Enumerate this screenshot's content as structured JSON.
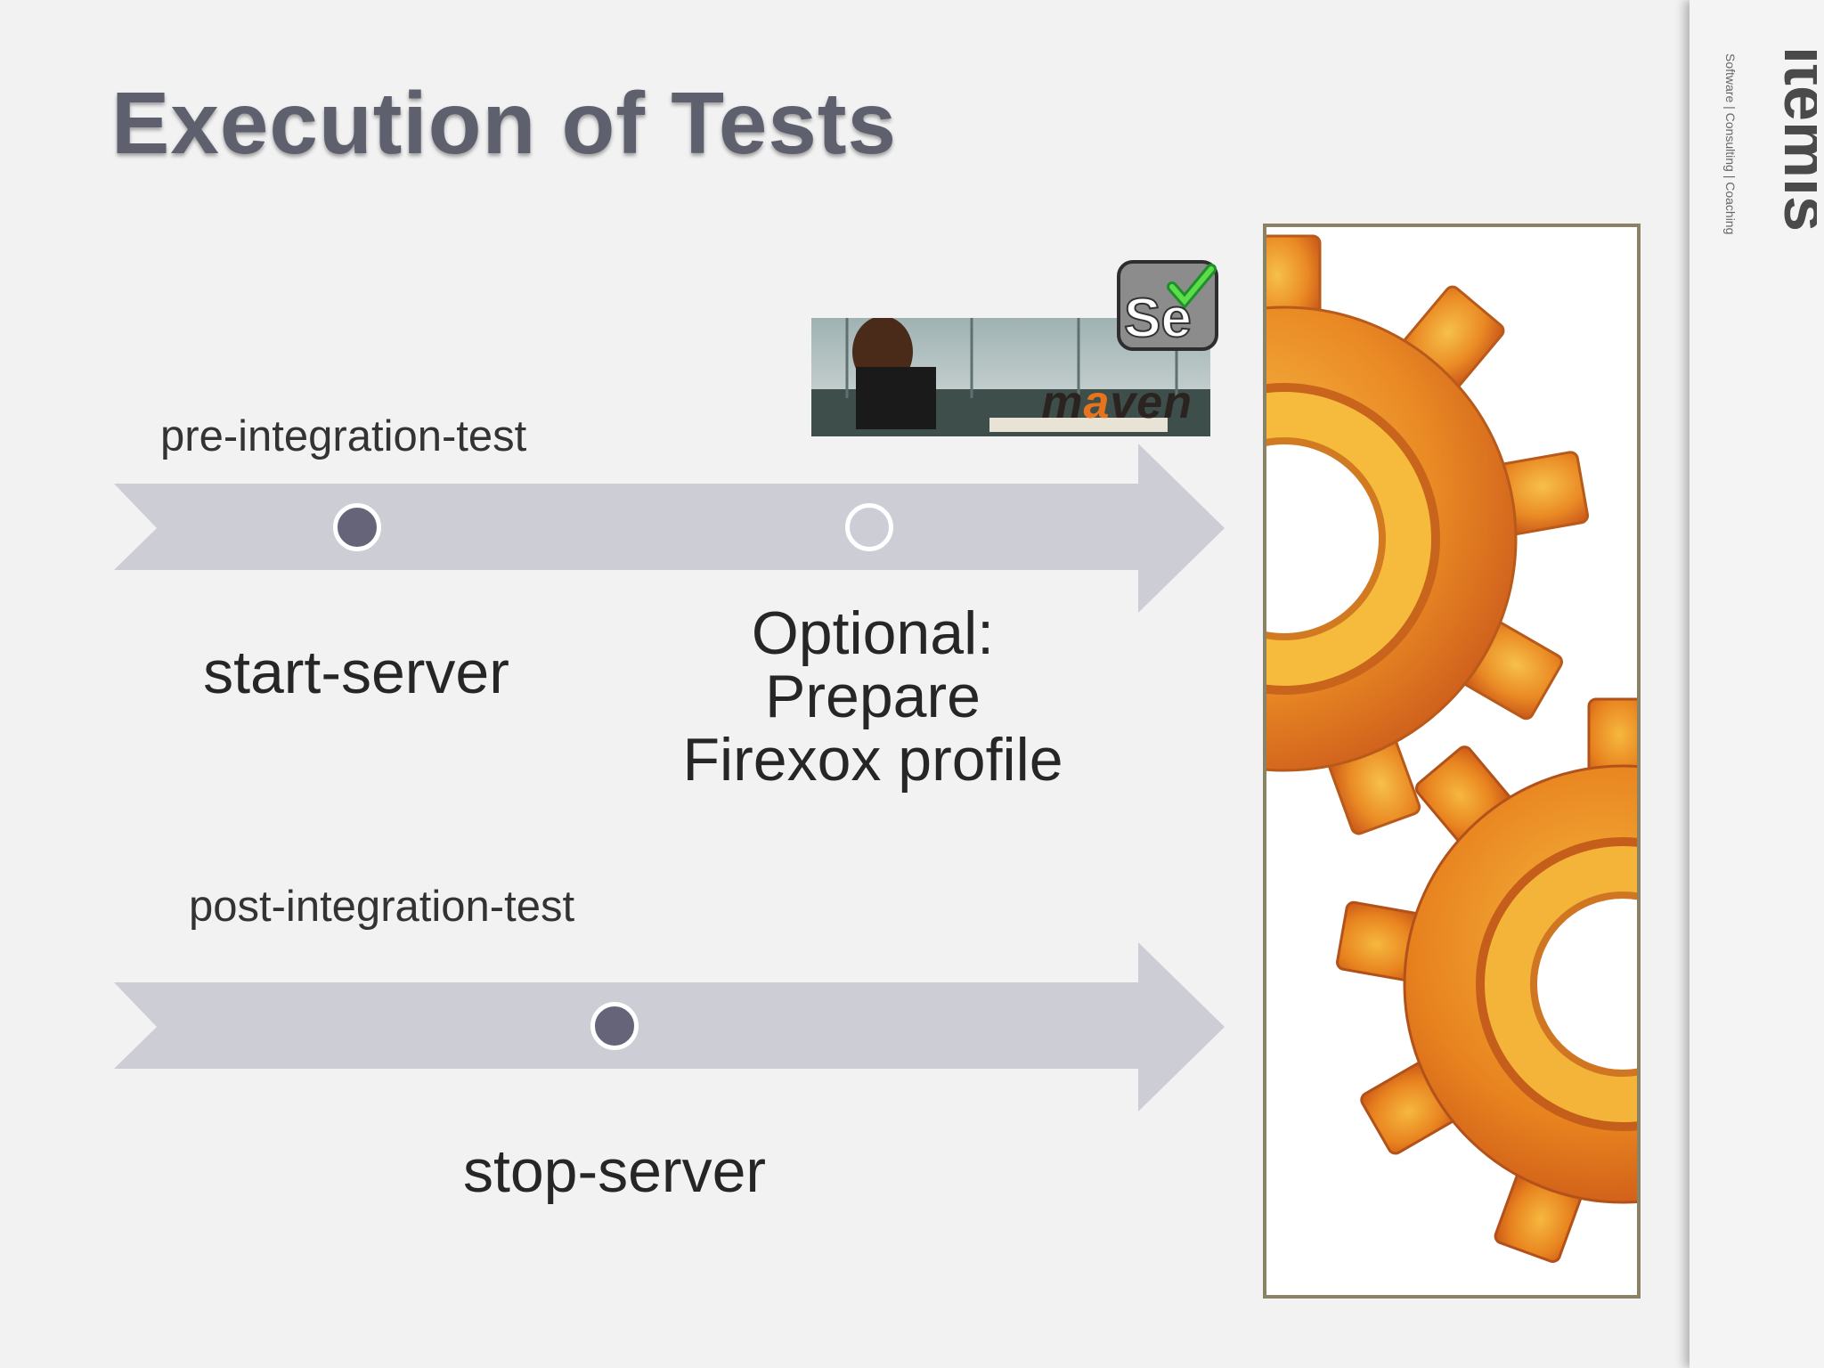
{
  "slide": {
    "title": "Execution of Tests"
  },
  "brand": {
    "name": "itemis",
    "tagline": "Software | Consulting | Coaching"
  },
  "phases": [
    {
      "label": "pre-integration-test",
      "goals": [
        {
          "label": "start-server",
          "marker": "filled"
        },
        {
          "label_lines": [
            "Optional:",
            "Prepare",
            "Firexox profile"
          ],
          "marker": "empty"
        }
      ]
    },
    {
      "label": "post-integration-test",
      "goals": [
        {
          "label": "stop-server",
          "marker": "filled"
        }
      ]
    }
  ],
  "logos": {
    "maven": "maven",
    "selenium": "Se"
  },
  "colors": {
    "arrow": "#cdcdd6",
    "dot_filled": "#656478",
    "title": "#5e616d",
    "gear_orange": "#e68a1e",
    "panel_border": "#8a8265"
  }
}
